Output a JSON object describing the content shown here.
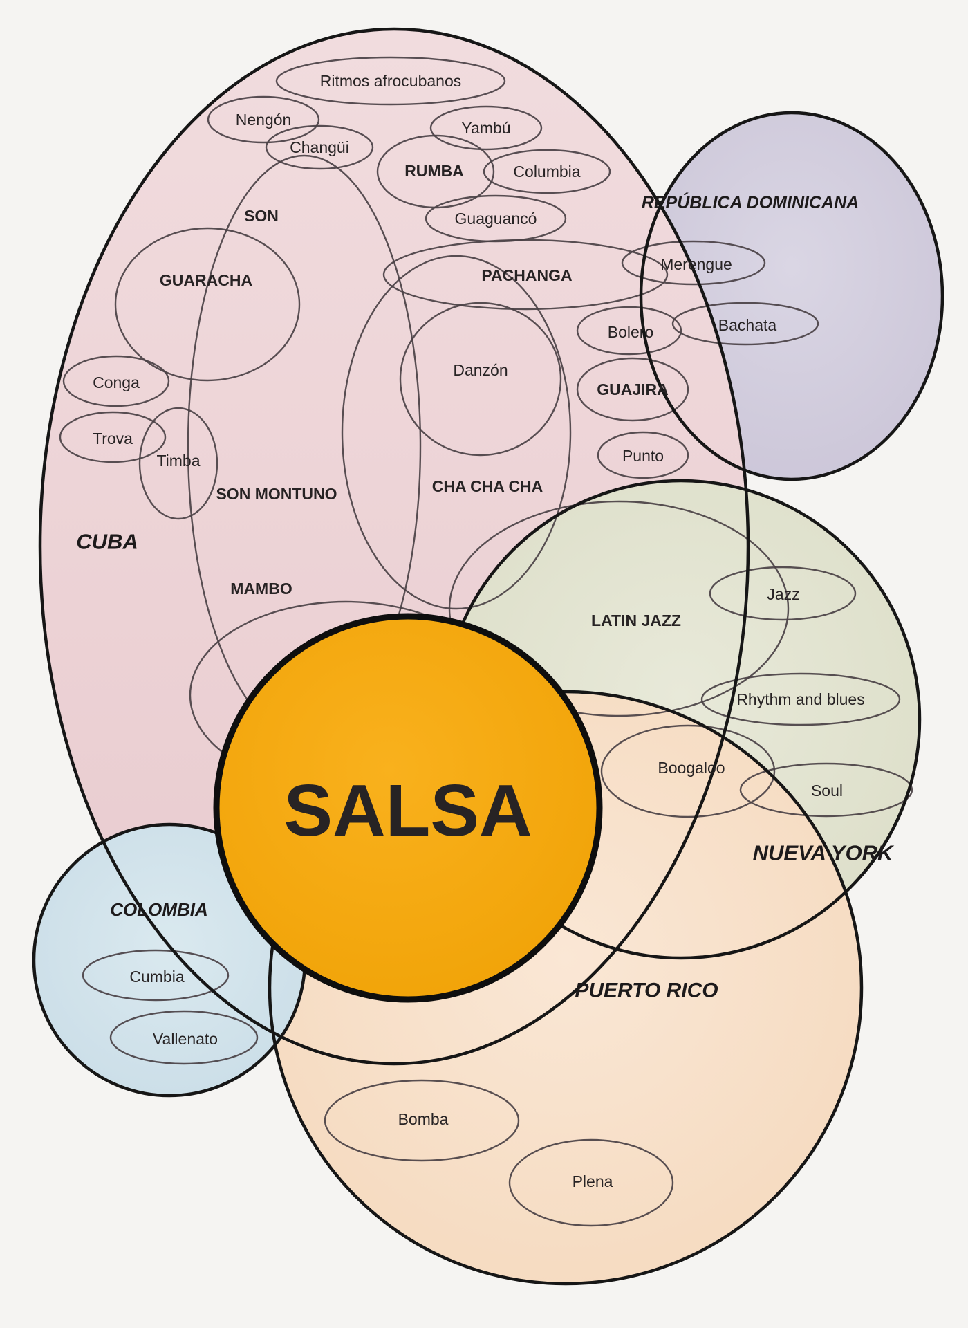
{
  "center": {
    "label": "SALSA",
    "color": "#f2a30a"
  },
  "regions": {
    "cuba": {
      "label": "CUBA",
      "color": "#ecd3d6",
      "genres": {
        "ritmos_afrocubanos": "Ritmos afrocubanos",
        "nengon": "Nengón",
        "changui": "Changüi",
        "yambu": "Yambú",
        "rumba": "RUMBA",
        "columbia": "Columbia",
        "guaguanco": "Guaguancó",
        "son": "SON",
        "guaracha": "GUARACHA",
        "pachanga": "PACHANGA",
        "bolero": "Bolero",
        "danzon": "Danzón",
        "guajira": "GUAJIRA",
        "conga": "Conga",
        "trova": "Trova",
        "timba": "Timba",
        "punto": "Punto",
        "son_montuno": "SON MONTUNO",
        "cha_cha_cha": "CHA CHA CHA",
        "mambo": "MAMBO"
      }
    },
    "republica_dominicana": {
      "label": "REPÚBLICA DOMINICANA",
      "color": "#cfc9da",
      "genres": {
        "merengue": "Merengue",
        "bachata": "Bachata"
      }
    },
    "nueva_york": {
      "label": "NUEVA YORK",
      "color": "#e1e3cf",
      "genres": {
        "latin_jazz": "LATIN JAZZ",
        "jazz": "Jazz",
        "rhythm_and_blues": "Rhythm and blues",
        "boogaloo": "Boogaloo",
        "soul": "Soul"
      }
    },
    "puerto_rico": {
      "label": "PUERTO RICO",
      "color": "#f8dfc8",
      "genres": {
        "bomba": "Bomba",
        "plena": "Plena"
      }
    },
    "colombia": {
      "label": "COLOMBIA",
      "color": "#cfe1ea",
      "genres": {
        "cumbia": "Cumbia",
        "vallenato": "Vallenato"
      }
    }
  }
}
